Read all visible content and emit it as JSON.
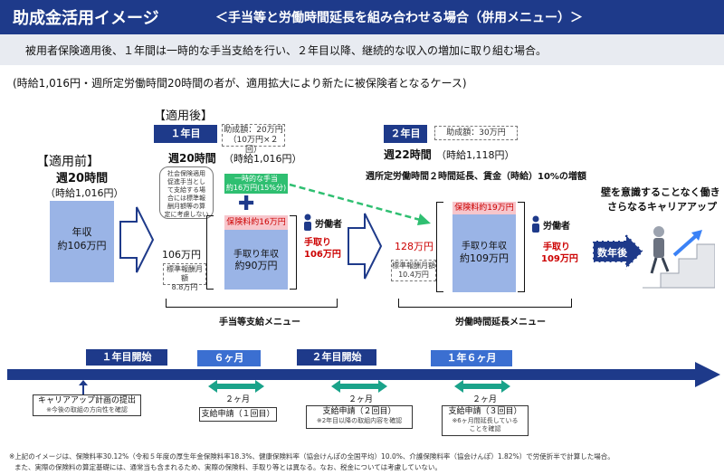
{
  "header": {
    "title": "助成金活用イメージ",
    "subtitle": "＜手当等と労働時間延長を組み合わせる場合（併用メニュー）＞"
  },
  "summary": "被用者保険適用後、１年間は一時的な手当支給を行い、２年目以降、継続的な収入の増加に取り組む場合。",
  "case": "(時給1,016円・週所定労働時間20時間の者が、適用拡大により新たに被保険者となるケース)",
  "before": {
    "label": "【適用前】",
    "hours": "週20時間",
    "wage": "（時給1,016円）",
    "bar_line1": "年収",
    "bar_line2": "約106万円"
  },
  "after": {
    "label": "【適用後】",
    "year1": "１年目",
    "grant1_line1": "助成額：20万円",
    "grant1_line2": "（10万円×２回）",
    "hours": "週20時間",
    "wage": "（時給1,016円）",
    "note_lines": [
      "社会保険適用",
      "促進手当とし",
      "て支給する場",
      "合には標準報",
      "酬月額等の算",
      "定に考慮しない"
    ],
    "allowance_line1": "一時的な手当",
    "allowance_line2": "約16万円(15%分)",
    "insurance": "保険料約16万円",
    "takehome_line1": "手取り年収",
    "takehome_line2": "約90万円",
    "income": "106万円",
    "std_line1": "標準報酬月額",
    "std_line2": "8.8万円",
    "worker": "労働者",
    "tedori_label": "手取り",
    "tedori_value": "106万円",
    "menu": "手当等支給メニュー"
  },
  "year2": {
    "label": "２年目",
    "grant": "助成額：30万円",
    "hours": "週22時間",
    "wage": "（時給1,118円）",
    "extension": "週所定労働時間２時間延長、賃金（時給）10%の増額",
    "insurance": "保険料約19万円",
    "takehome_line1": "手取り年収",
    "takehome_line2": "約109万円",
    "income": "128万円",
    "std_line1": "標準報酬月額",
    "std_line2": "10.4万円",
    "worker": "労働者",
    "tedori_label": "手取り",
    "tedori_value": "109万円",
    "menu": "労働時間延長メニュー"
  },
  "career": {
    "line1": "壁を意識することなく働き",
    "line2": "さらなるキャリアアップ",
    "years_later": "数年後"
  },
  "timeline": {
    "m1": "１年目開始",
    "m2": "６ヶ月",
    "m3": "２年目開始",
    "m4": "１年６ヶ月",
    "span": "２ヶ月",
    "box1_line1": "キャリアアップ計画の提出",
    "box1_line2": "※今後の取組の方向性を確認",
    "box2": "支給申請（１回目）",
    "box3_line1": "支給申請（２回目）",
    "box3_line2": "※2年目以降の取組内容を確認",
    "box4_line1": "支給申請（３回目）",
    "box4_line2": "※6ヶ月間延長している",
    "box4_line3": "ことを確認"
  },
  "footnote": {
    "line1": "※上記のイメージは、保険料率30.12%（令和５年度の厚生年金保険料率18.3%、健康保険料率（協会けんぽの全国平均）10.0%、介護保険料率（協会けんぽ）1.82%）で労使折半で計算した場合。",
    "line2": "また、実際の保険料の算定基礎には、通常当も含まれるため、実際の保険料、手取り等とは異なる。なお、税金については考慮していない。"
  },
  "colors": {
    "navy": "#1e3a8a",
    "bar_blue": "#9ab4e6",
    "pink": "#f7c6cc",
    "green": "#2fbf71",
    "red": "#cc0000",
    "teal": "#1aa38a"
  }
}
